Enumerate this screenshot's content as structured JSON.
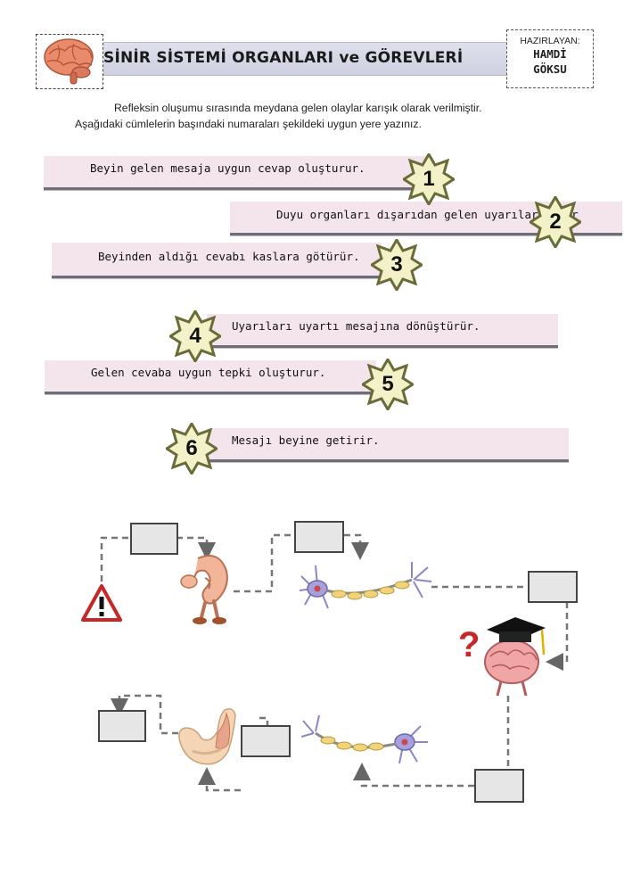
{
  "header": {
    "title": "SİNİR SİSTEMİ ORGANLARI ve GÖREVLERİ",
    "author_label": "HAZIRLAYAN:",
    "author_first": "HAMDİ",
    "author_last": "GÖKSU"
  },
  "instructions": {
    "line1": "Refleksin oluşumu sırasında meydana gelen olaylar karışık olarak verilmiştir.",
    "line2": "Aşağıdaki cümlelerin başındaki numaraları şekildeki uygun yere yazınız."
  },
  "sentences": [
    {
      "number": "1",
      "text": "Beyin gelen mesaja uygun cevap oluşturur."
    },
    {
      "number": "2",
      "text": "Duyu organları dışarıdan gelen uyarıları alır"
    },
    {
      "number": "3",
      "text": "Beyinden aldığı cevabı kaslara götürür."
    },
    {
      "number": "4",
      "text": "Uyarıları uyartı mesajına dönüştürür."
    },
    {
      "number": "5",
      "text": "Gelen cevaba uygun tepki oluşturur."
    },
    {
      "number": "6",
      "text": "Mesajı beyine getirir."
    }
  ],
  "diagram": {
    "warning_icon": "warning-triangle-icon",
    "ear_icon": "ear-icon",
    "neuron_icon": "neuron-icon",
    "brain_icon": "brain-graduate-icon",
    "arm_icon": "arm-muscle-icon",
    "accent_star_color": "#f2f1c8",
    "star_border_color": "#6b6b3a",
    "strip_color": "#f4e4ec"
  }
}
